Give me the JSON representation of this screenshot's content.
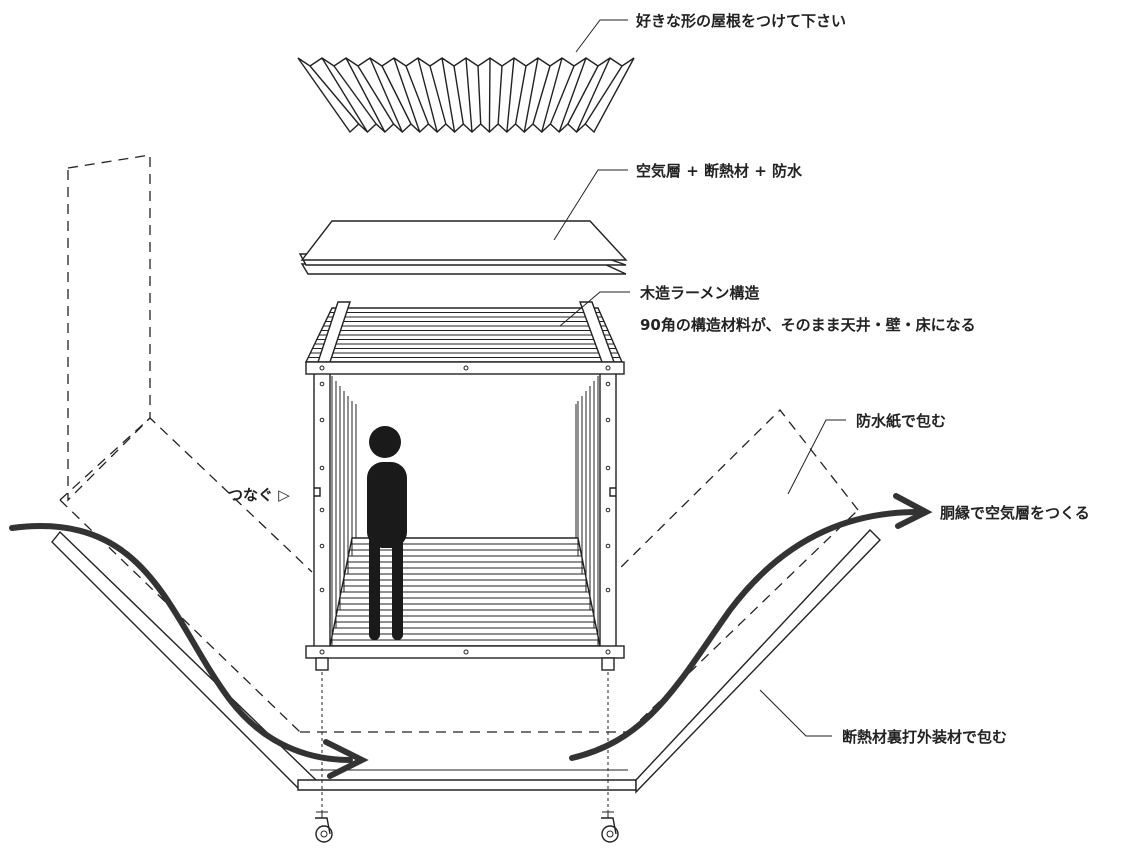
{
  "labels": {
    "roof": "好きな形の屋根をつけて下さい",
    "panel": "空気層 + 断熱材 + 防水",
    "structure_title": "木造ラーメン構造",
    "structure_desc": "90角の構造材料が、そのまま天井・壁・床になる",
    "waterproof": "防水紙で包む",
    "connect": "つなぐ ▷",
    "air_layer": "胴縁で空気層をつくる",
    "exterior": "断熱材裏打外装材で包む"
  },
  "colors": {
    "line": "#222222",
    "arrow": "#333333",
    "figure": "#1a1a1a",
    "background": "#ffffff"
  }
}
